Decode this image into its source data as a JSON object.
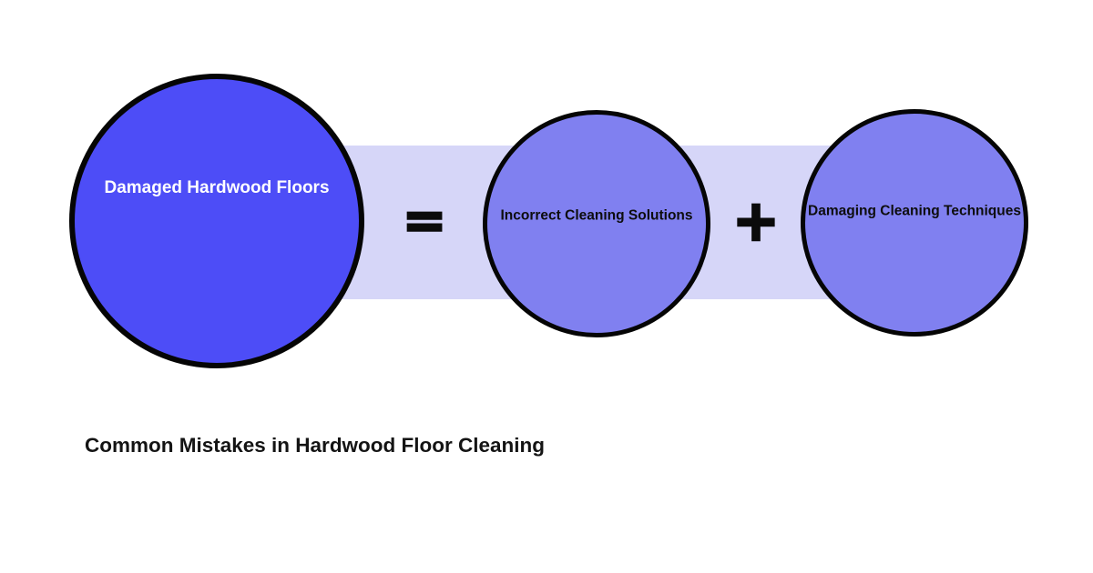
{
  "title": "Common Mistakes in Hardwood Floor Cleaning",
  "equation": {
    "result": {
      "label": "Damaged Hardwood Floors",
      "fill": "#4d4df7",
      "text_color": "#ffffff"
    },
    "equals_symbol": "=",
    "plus_symbol": "+",
    "causes": [
      {
        "label": "Incorrect Cleaning Solutions",
        "fill": "#8080f0",
        "text_color": "#0d0d0d"
      },
      {
        "label": "Damaging Cleaning Techniques",
        "fill": "#8080f0",
        "text_color": "#0d0d0d"
      }
    ]
  },
  "colors": {
    "background": "#ffffff",
    "connector_band": "#d6d6f8",
    "circle_border": "#050505",
    "operator": "#0b0b0b",
    "title_text": "#141414"
  }
}
